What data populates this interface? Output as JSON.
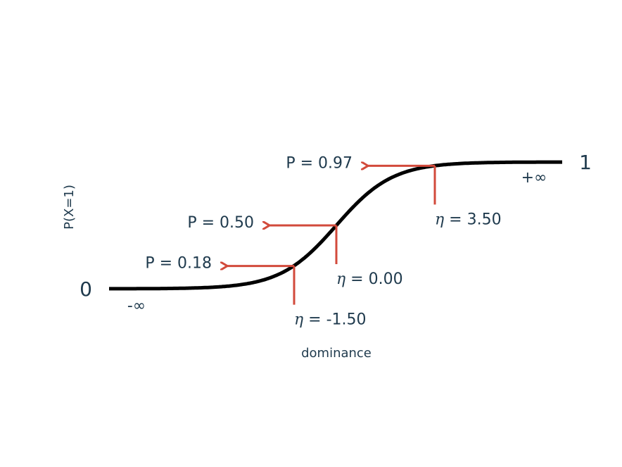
{
  "diagram": {
    "y_axis_label": "P(X=1)",
    "x_axis_label": "dominance",
    "left_end_value": "0",
    "right_end_value": "1",
    "left_end_limit": "-∞",
    "right_end_limit": "+∞",
    "eta_symbol": "η",
    "annotations": [
      {
        "eta": 3.5,
        "p": 0.97,
        "p_label": "P = 0.97",
        "eta_text": " = 3.50"
      },
      {
        "eta": 0.0,
        "p": 0.5,
        "p_label": "P = 0.50",
        "eta_text": " = 0.00"
      },
      {
        "eta": -1.5,
        "p": 0.18,
        "p_label": "P = 0.18",
        "eta_text": " = -1.50"
      }
    ],
    "colors": {
      "curve": "#000000",
      "marker": "#d24a3b",
      "text": "#1f3a4d"
    }
  }
}
